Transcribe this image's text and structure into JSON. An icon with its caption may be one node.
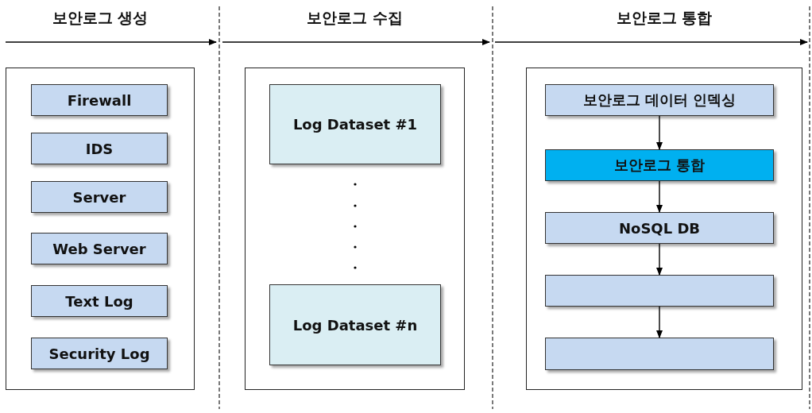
{
  "diagram": {
    "nodes": [
      {
        "text": [
          "보안로그 생성"
        ]
      },
      {
        "text": [
          "Firewall"
        ],
        "in": 0
      },
      {
        "text": [
          "IDS"
        ],
        "in": 0
      },
      {
        "text": [
          "Server"
        ],
        "in": 0
      },
      {
        "text": [
          "Web Server"
        ],
        "in": 0
      },
      {
        "text": [
          "Text Log"
        ],
        "in": 0
      },
      {
        "text": [
          "Security Log"
        ],
        "in": 0
      },
      {
        "text": [
          "보안로그 수집"
        ]
      },
      {
        "text": [
          "Log Dataset #1"
        ],
        "in": 7
      },
      {
        "text": [
          "Log Dataset #n"
        ],
        "in": 7
      },
      {
        "text": [
          "보안로그 통합"
        ]
      },
      {
        "text": [
          "보안로그 데이터 인덱싱"
        ],
        "in": 10
      },
      {
        "text": [
          "보안로그 통합"
        ],
        "in": 10
      },
      {
        "text": [
          "NoSQL DB"
        ],
        "in": 10
      },
      {
        "text": [],
        "shape": "box",
        "in": 10
      },
      {
        "text": [],
        "shape": "box",
        "in": 10
      }
    ],
    "edges": [
      {
        "from": 11,
        "to": 12,
        "arrow": "to"
      },
      {
        "from": 12,
        "to": 13,
        "arrow": "to"
      },
      {
        "from": 13,
        "to": 14,
        "arrow": "to"
      },
      {
        "from": 14,
        "to": 15,
        "arrow": "to"
      }
    ]
  }
}
